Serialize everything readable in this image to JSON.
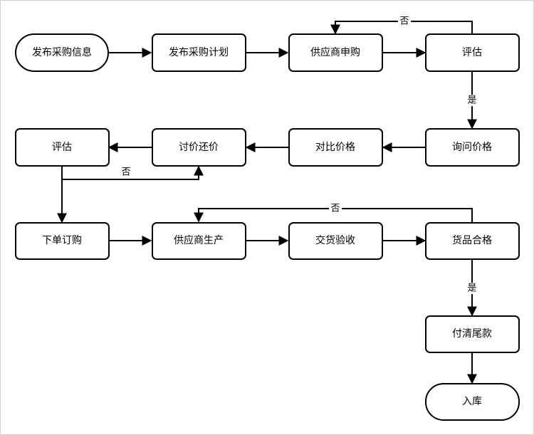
{
  "diagram": {
    "nodes": {
      "publish_info": "发布采购信息",
      "publish_plan": "发布采购计划",
      "supplier_apply": "供应商申购",
      "evaluate_1": "评估",
      "inquire_price": "询问价格",
      "compare_price": "对比价格",
      "negotiate_price": "讨价还价",
      "evaluate_2": "评估",
      "place_order": "下单订购",
      "supplier_produce": "供应商生产",
      "deliver_inspect": "交货验收",
      "goods_qualified": "货品合格",
      "pay_balance": "付清尾款",
      "warehouse_in": "入库"
    },
    "edge_labels": {
      "evaluate_1_no": "否",
      "evaluate_1_yes": "是",
      "evaluate_2_no": "否",
      "qualified_no": "否",
      "qualified_yes": "是"
    }
  }
}
